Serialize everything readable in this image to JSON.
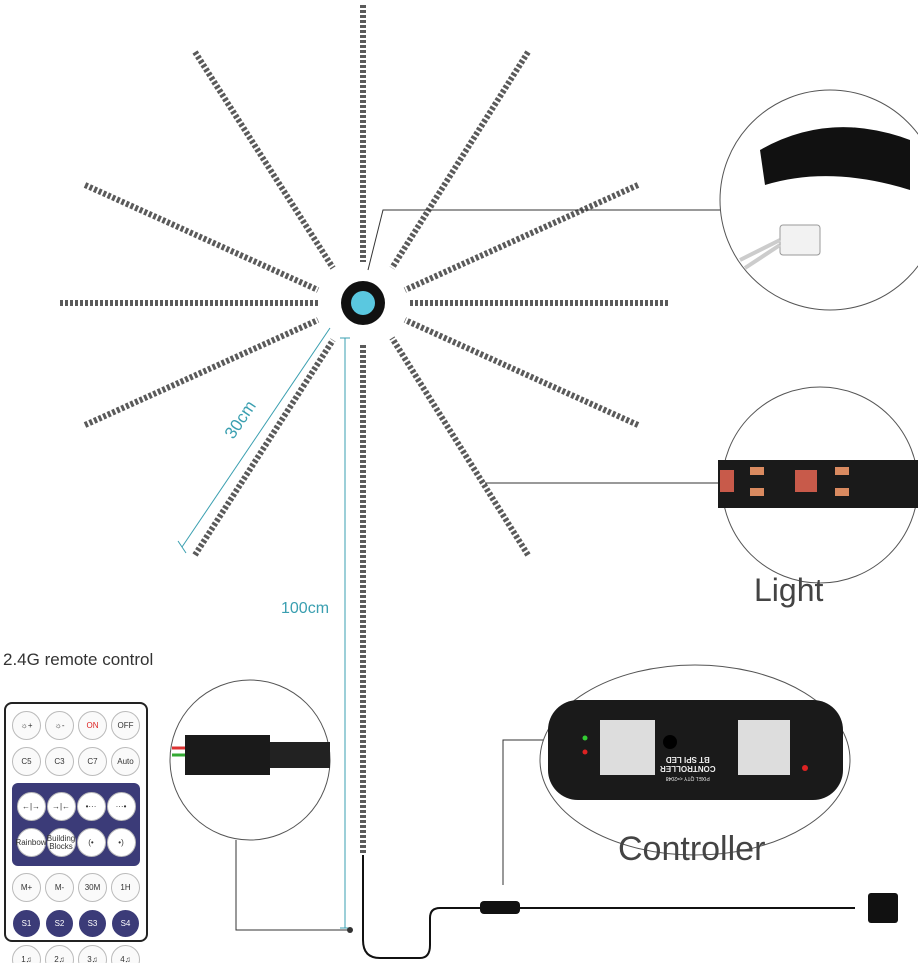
{
  "labels": {
    "light": "Light",
    "controller": "Controller",
    "remote_title": "2.4G remote control",
    "length_stem": "100cm",
    "length_ray": "30cm"
  },
  "controller_device": {
    "name_line1": "BT SPI LED",
    "name_line2": "CONTROLLER",
    "pixel_qty": "PIXEL QTY <=2048"
  },
  "remote_buttons": [
    [
      "☼+",
      "☼-",
      "ON",
      "OFF"
    ],
    [
      "C5",
      "C3",
      "C7",
      "Auto"
    ],
    [
      "←|→",
      "→|←",
      "•···",
      "···•"
    ],
    [
      "Rainbow",
      "Building Blocks",
      "(•",
      "•)"
    ],
    [
      "M+",
      "M-",
      "30M",
      "1H"
    ],
    [
      "S1",
      "S2",
      "S3",
      "S4"
    ],
    [
      "1♫",
      "2♫",
      "3♫",
      "4♫"
    ]
  ],
  "colors": {
    "accent": "#3a9fb0",
    "led_strip": "#555555",
    "remote_panel": "#3b3b78"
  }
}
